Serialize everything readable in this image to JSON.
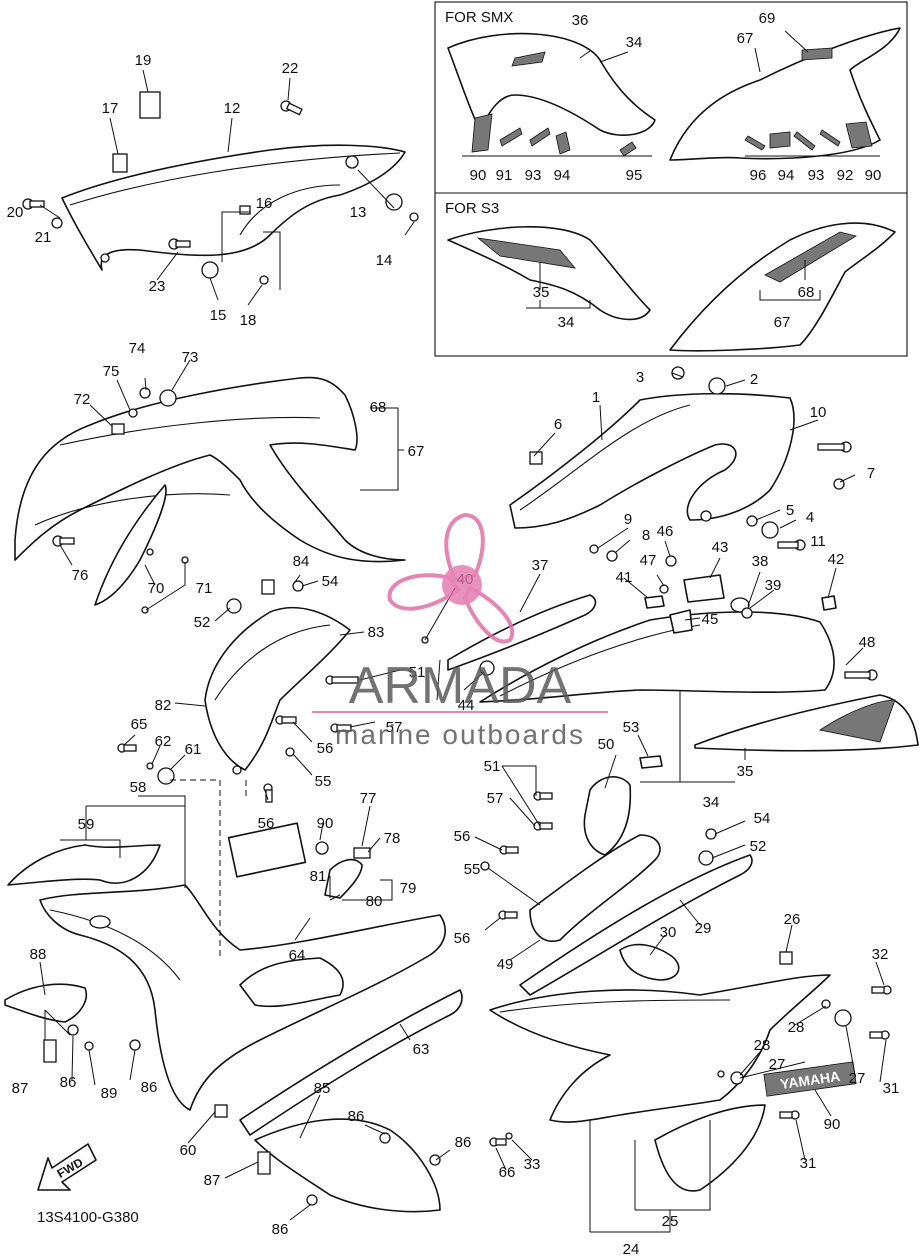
{
  "insets": {
    "smx_title": "FOR SMX",
    "s3_title": "FOR S3"
  },
  "diagram_code": "13S4100-G380",
  "fwd_label": "FWD",
  "watermark": {
    "brand": "ARMADA",
    "tagline": "marine outboards",
    "color": "#e070a8"
  },
  "decal_text": "YAMAHA",
  "labels": {
    "c1": "1",
    "c2": "2",
    "c3": "3",
    "c4": "4",
    "c5": "5",
    "c6": "6",
    "c7": "7",
    "c8": "8",
    "c9": "9",
    "c10": "10",
    "c11": "11",
    "c12": "12",
    "c13": "13",
    "c14": "14",
    "c15": "15",
    "c16": "16",
    "c17": "17",
    "c18": "18",
    "c19": "19",
    "c20": "20",
    "c21": "21",
    "c22": "22",
    "c23": "23",
    "c24": "24",
    "c25": "25",
    "c26": "26",
    "c27a": "27",
    "c27b": "27",
    "c28a": "28",
    "c28b": "28",
    "c29": "29",
    "c30": "30",
    "c31a": "31",
    "c31b": "31",
    "c32": "32",
    "c33": "33",
    "c34a": "34",
    "c34b": "34",
    "c34c": "34",
    "c35a": "35",
    "c35b": "35",
    "c36": "36",
    "c37": "37",
    "c38": "38",
    "c39": "39",
    "c40": "40",
    "c41": "41",
    "c42": "42",
    "c43": "43",
    "c44": "44",
    "c45": "45",
    "c46": "46",
    "c47": "47",
    "c48": "48",
    "c49": "49",
    "c50": "50",
    "c51a": "51",
    "c51b": "51",
    "c52a": "52",
    "c52b": "52",
    "c53": "53",
    "c54a": "54",
    "c54b": "54",
    "c55a": "55",
    "c55b": "55",
    "c56a": "56",
    "c56b": "56",
    "c56c": "56",
    "c56d": "56",
    "c57a": "57",
    "c57b": "57",
    "c58": "58",
    "c59": "59",
    "c60": "60",
    "c61": "61",
    "c62": "62",
    "c63": "63",
    "c64": "64",
    "c65": "65",
    "c66": "66",
    "c67a": "67",
    "c67b": "67",
    "c67c": "67",
    "c68a": "68",
    "c68b": "68",
    "c69": "69",
    "c70": "70",
    "c71": "71",
    "c72": "72",
    "c73": "73",
    "c74": "74",
    "c75": "75",
    "c76": "76",
    "c77": "77",
    "c78": "78",
    "c79": "79",
    "c80": "80",
    "c81": "81",
    "c82": "82",
    "c83": "83",
    "c84": "84",
    "c85": "85",
    "c86a": "86",
    "c86b": "86",
    "c86c": "86",
    "c86d": "86",
    "c86e": "86",
    "c87a": "87",
    "c87b": "87",
    "c88": "88",
    "c89": "89",
    "c90a": "90",
    "c90b": "90",
    "c90c": "90",
    "c90d": "90",
    "c91": "91",
    "c92": "92",
    "c93a": "93",
    "c93b": "93",
    "c94a": "94",
    "c94b": "94",
    "c95": "95",
    "c96": "96"
  }
}
